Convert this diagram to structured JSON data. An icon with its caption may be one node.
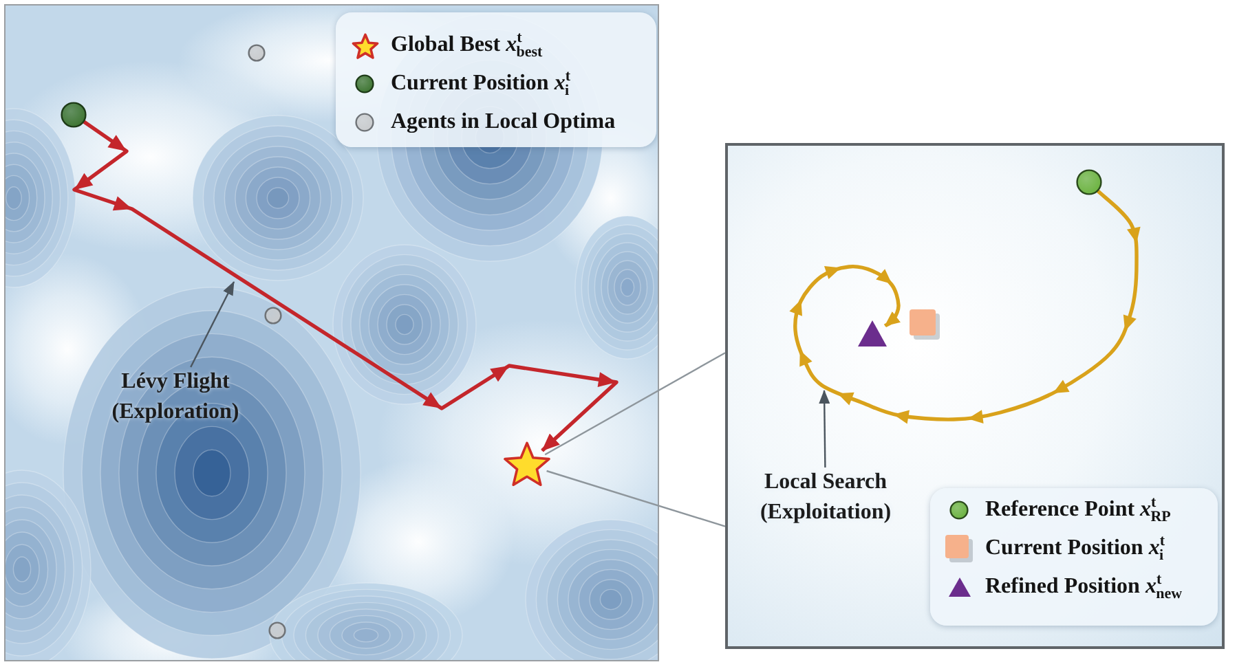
{
  "diagram": {
    "nodes": [
      {
        "text": [],
        "shape": "box"
      },
      {
        "text": [],
        "shape": "circle",
        "in": 0
      },
      {
        "text": [],
        "shape": "circle",
        "in": 0
      },
      {
        "text": [],
        "shape": "circle",
        "in": 0
      },
      {
        "text": [
          "Lévy Flight (Exploration)"
        ],
        "in": 0
      },
      {
        "text": [],
        "shape": "star",
        "in": 0
      },
      {
        "text": [],
        "shape": "circle",
        "in": 0
      },
      {
        "text": [],
        "shape": "box"
      },
      {
        "text": [],
        "shape": "circle",
        "in": 7
      },
      {
        "text": [],
        "shape": "triangle",
        "in": 7
      },
      {
        "text": [],
        "shape": "box",
        "in": 7
      },
      {
        "text": [
          "Local Search (Exploitation)"
        ],
        "in": 7
      }
    ],
    "edges": [
      {
        "from": 2,
        "to": 5,
        "arrow": "to",
        "style": "thick",
        "color": "#c4262b"
      },
      {
        "from": 4,
        "to": null,
        "arrow": "to"
      },
      {
        "from": 5,
        "to": 7,
        "arrow": "none",
        "color": "#8e969c"
      },
      {
        "from": 5,
        "to": 7,
        "arrow": "none",
        "color": "#8e969c"
      },
      {
        "from": 8,
        "to": 9,
        "arrow": "to",
        "style": "thick",
        "color": "#d9a21b"
      },
      {
        "from": 11,
        "to": null,
        "arrow": "to"
      }
    ],
    "legend": [
      {
        "text": "Global Best *x*$^{t}$$_{best}$"
      },
      {
        "text": "Current Position *x*$^{t}$$_{i}$"
      },
      {
        "text": "Agents in Local Optima"
      },
      {
        "text": "Reference Point *x*$^{t}$$_{RP}$"
      },
      {
        "text": "Current Position *x*$^{t}$$_{i}$"
      },
      {
        "text": "Refined Position *x*$^{t}$$_{new}$"
      }
    ]
  }
}
